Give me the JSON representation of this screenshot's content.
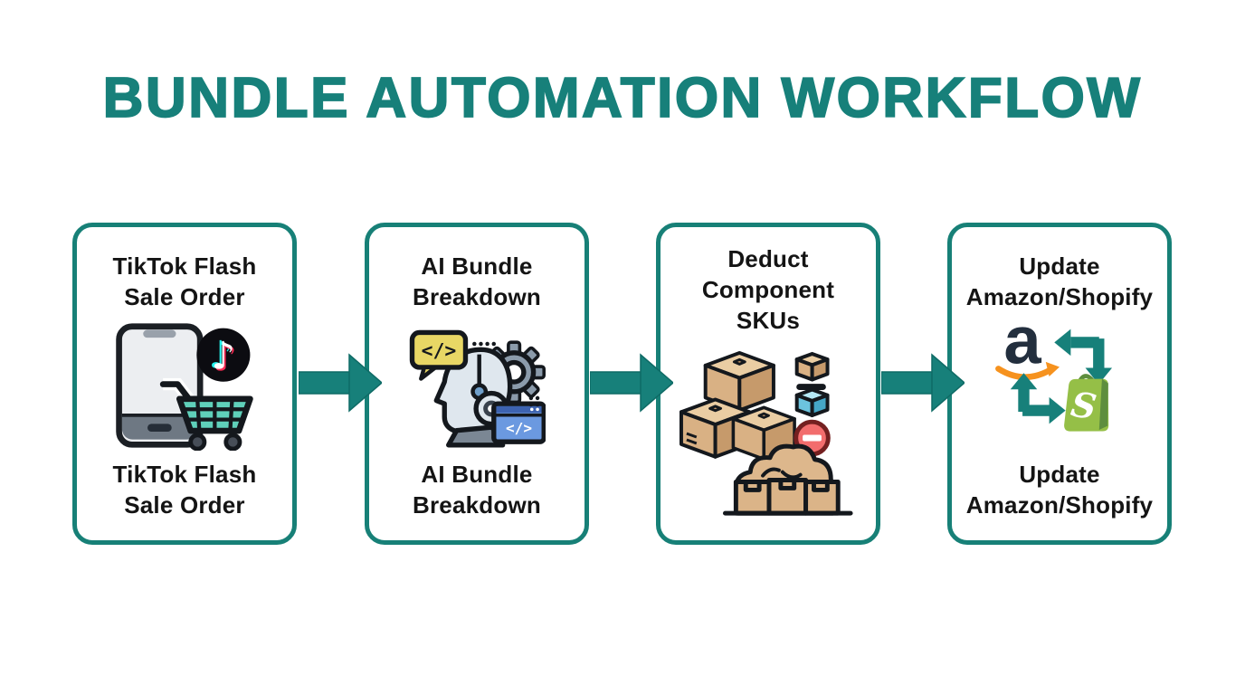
{
  "title": "BUNDLE AUTOMATION WORKFLOW",
  "colors": {
    "title_teal": "#17807A",
    "card_border_teal": "#178077",
    "arrow_teal": "#17807A",
    "label_text": "#141414",
    "cart_mint": "#5FD0BA",
    "tiktok_black": "#0C0C11",
    "tiktok_cyan": "#25F4EE",
    "tiktok_pink": "#FE2C55",
    "code_bubble_yellow": "#E8D765",
    "code_window_blue": "#6B99E0",
    "gear_gray": "#8B9BAB",
    "box_tan": "#D9B184",
    "cube_blue": "#6CC4DE",
    "minus_red": "#F26D6D",
    "amazon_navy": "#232F3E",
    "amazon_orange": "#F6921E",
    "shopify_green": "#95BF47",
    "shopify_green_dark": "#5E8E3E"
  },
  "steps": [
    {
      "name": "tiktok-flash-sale-order",
      "label_lines": [
        "TikTok Flash",
        "Sale Order"
      ],
      "caption_lines": [
        "TikTok Flash",
        "Sale Order"
      ],
      "icons": [
        "smartphone-icon",
        "tiktok-logo-icon",
        "shopping-cart-icon"
      ],
      "note_glyph": "♪"
    },
    {
      "name": "ai-bundle-breakdown",
      "label_lines": [
        "AI Bundle",
        "Breakdown"
      ],
      "caption_lines": [
        "AI Bundle",
        "Breakdown"
      ],
      "icons": [
        "code-bubble-icon",
        "ai-head-icon",
        "gear-icon",
        "code-window-icon"
      ],
      "code_glyph": "</>",
      "window_glyph": "</>"
    },
    {
      "name": "deduct-component-skus",
      "label_lines": [
        "Deduct",
        "Component",
        "SKUs"
      ],
      "caption_lines": [],
      "icons": [
        "boxes-stack-icon",
        "minus-dash-icon",
        "cube-tan-icon",
        "cube-blue-icon",
        "minus-circle-icon",
        "package-pile-icon"
      ]
    },
    {
      "name": "update-amazon-shopify",
      "label_lines": [
        "Update",
        "Amazon/Shopify"
      ],
      "caption_lines": [
        "Update",
        "Amazon/Shopify"
      ],
      "icons": [
        "amazon-logo-icon",
        "sync-arrows-icon",
        "shopify-logo-icon"
      ],
      "amazon_glyph": "a",
      "shopify_glyph": "S"
    }
  ],
  "arrows": [
    "flow-arrow-1",
    "flow-arrow-2",
    "flow-arrow-3"
  ]
}
